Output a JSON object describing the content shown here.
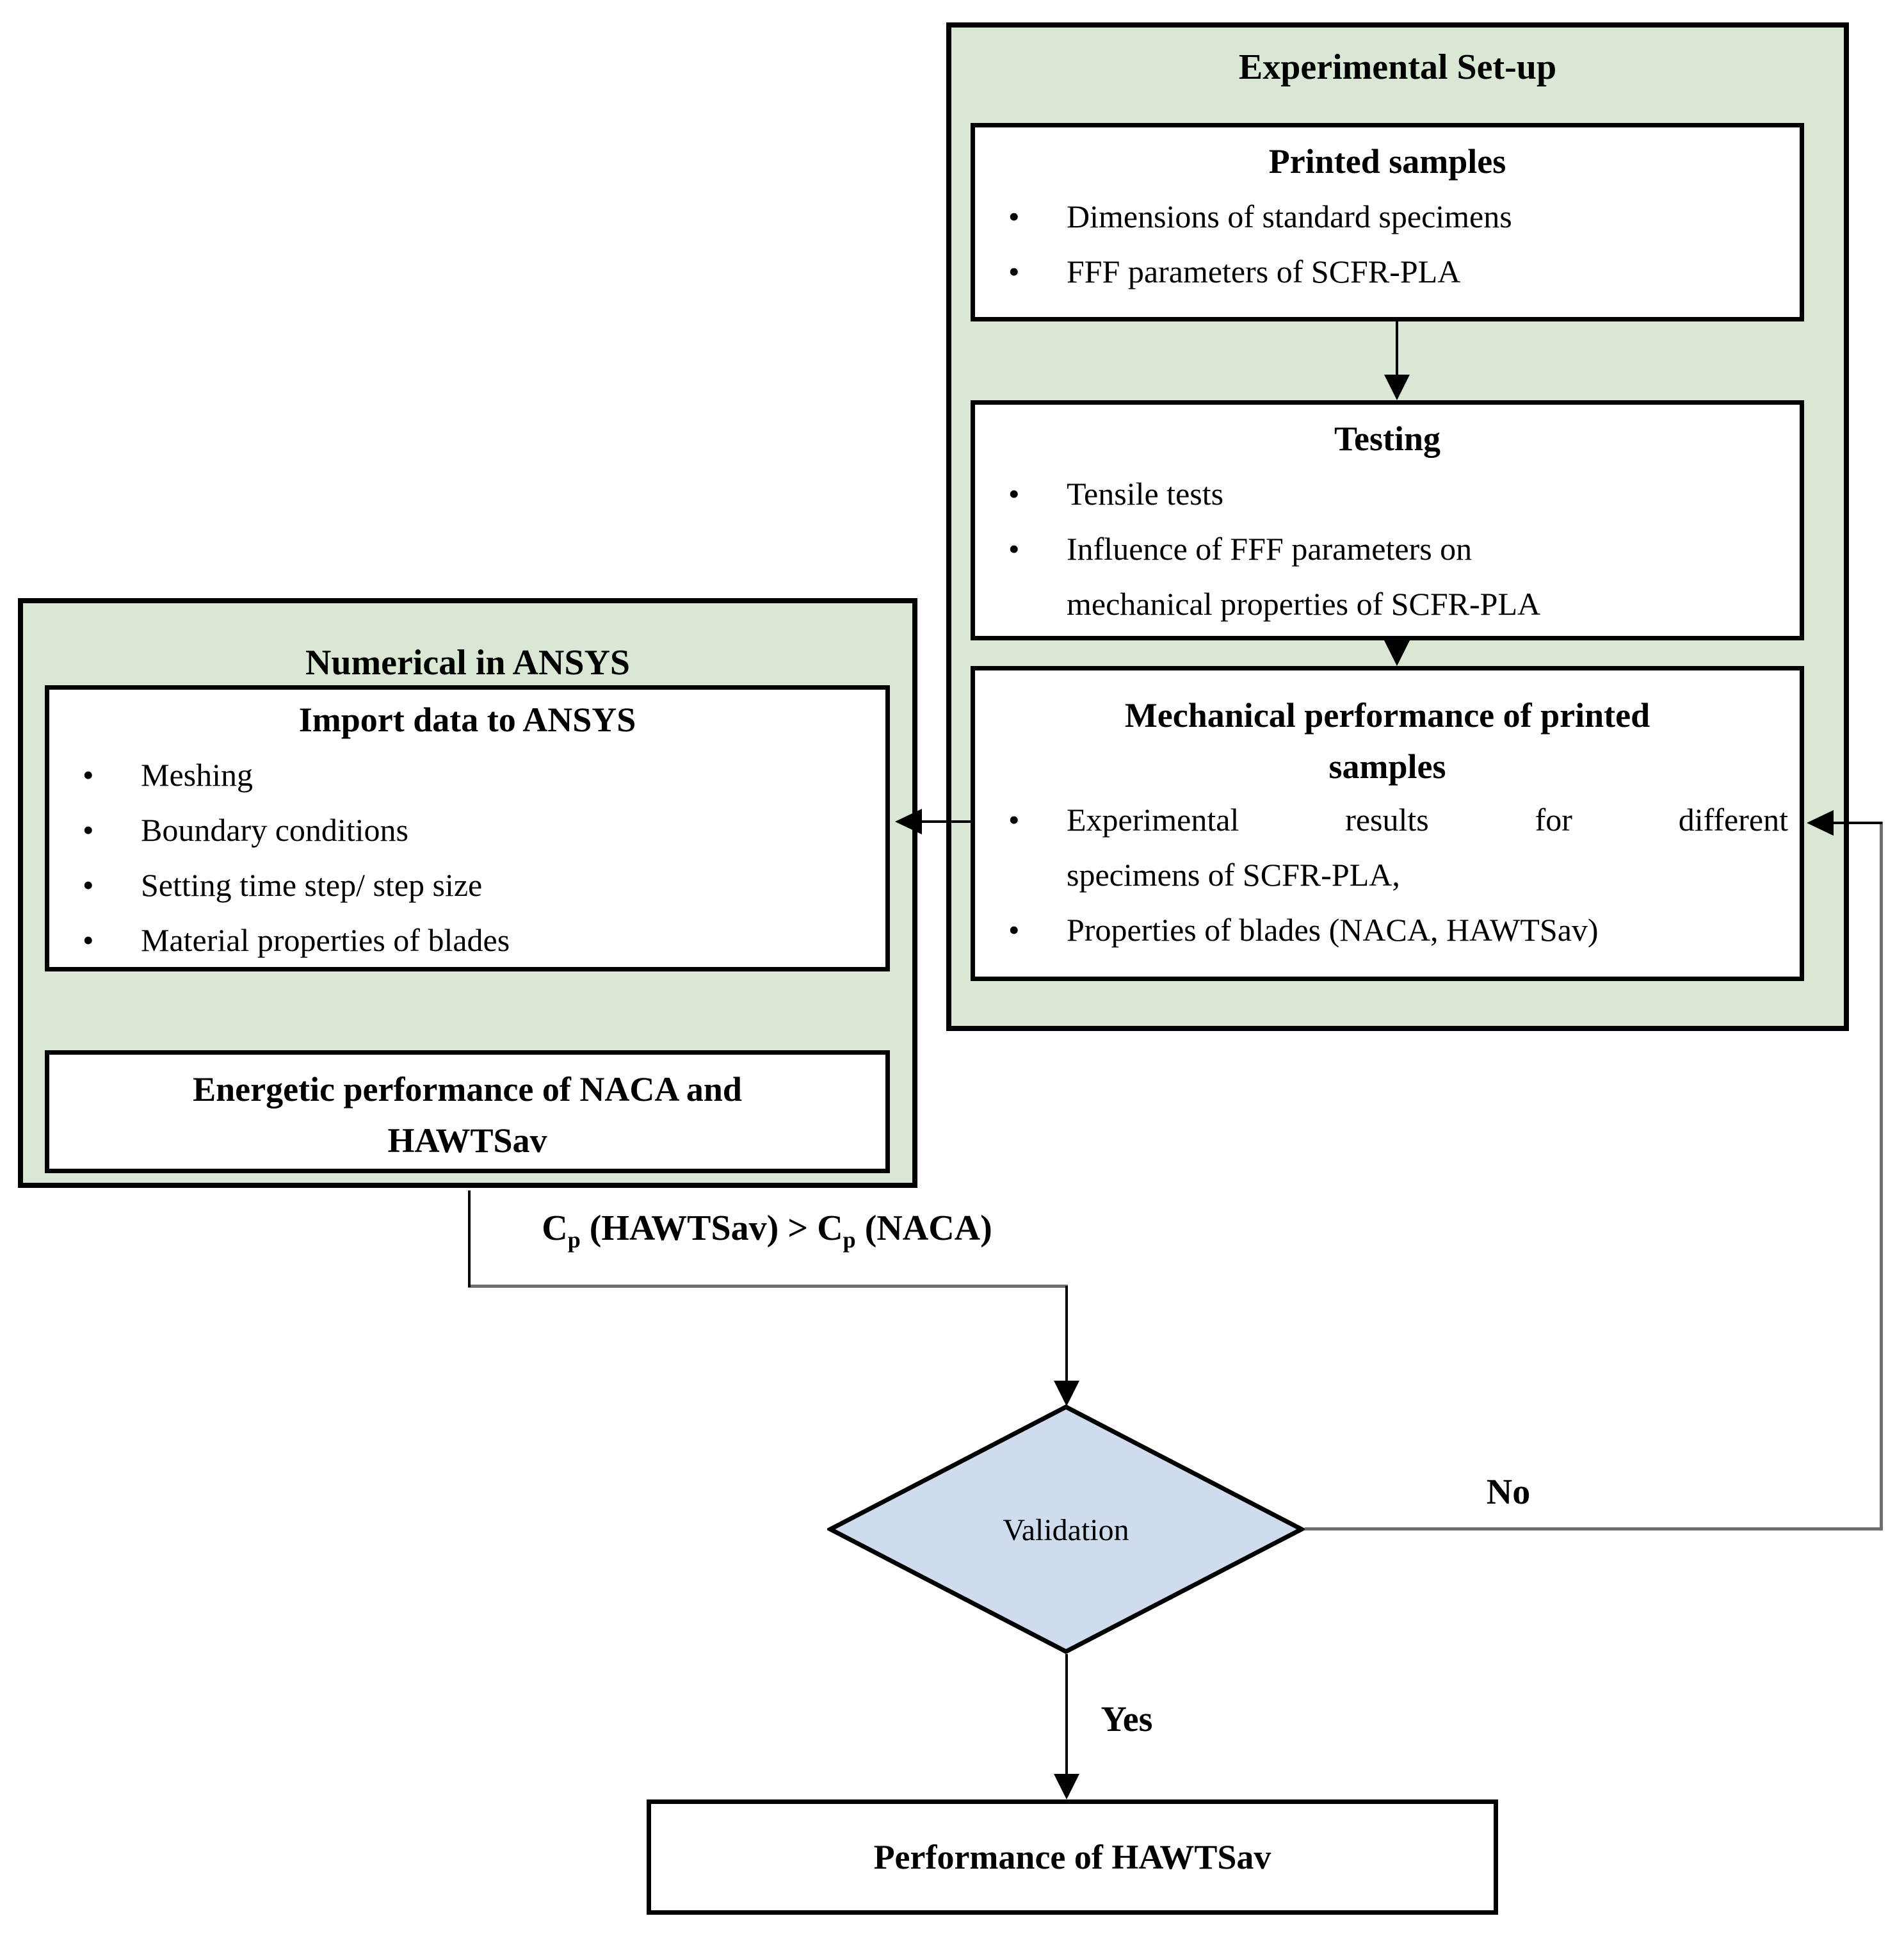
{
  "ui": {
    "bullet": "•"
  },
  "colors": {
    "group_box_green": "#d9e8d4",
    "decision_diamond_blue": "#cfdcee",
    "border_black": "#000000",
    "connector_gray": "#6e6e6e"
  },
  "experimental": {
    "title": "Experimental Set-up",
    "printed": {
      "title": "Printed samples",
      "bullets": [
        "Dimensions of standard specimens",
        "FFF parameters of SCFR-PLA"
      ]
    },
    "testing": {
      "title": "Testing",
      "bullet1": "Tensile tests",
      "bullet2_line1": "Influence of FFF parameters on",
      "bullet2_line2": "mechanical properties of SCFR-PLA"
    },
    "mechanical": {
      "title_line1": "Mechanical performance of printed",
      "title_line2": "samples",
      "bullet1_line1": "Experimental results for different",
      "bullet1_line2": "specimens of SCFR-PLA,",
      "bullet2": "Properties of blades (NACA, HAWTSav)"
    }
  },
  "numerical": {
    "title": "Numerical in ANSYS",
    "import": {
      "title": "Import data to ANSYS",
      "bullets": [
        "Meshing",
        "Boundary conditions",
        "Setting time step/ step size",
        "Material properties of blades"
      ]
    },
    "energetic": {
      "line1": "Energetic performance of NACA and",
      "line2": "HAWTSav"
    }
  },
  "condition_label": {
    "c1": "C",
    "sub1": "p",
    "mid": " (HAWTSav) > C",
    "sub2": "p",
    "end": " (NACA)"
  },
  "decision": {
    "label": "Validation",
    "no": "No",
    "yes": "Yes"
  },
  "result": {
    "title": "Performance of HAWTSav"
  }
}
